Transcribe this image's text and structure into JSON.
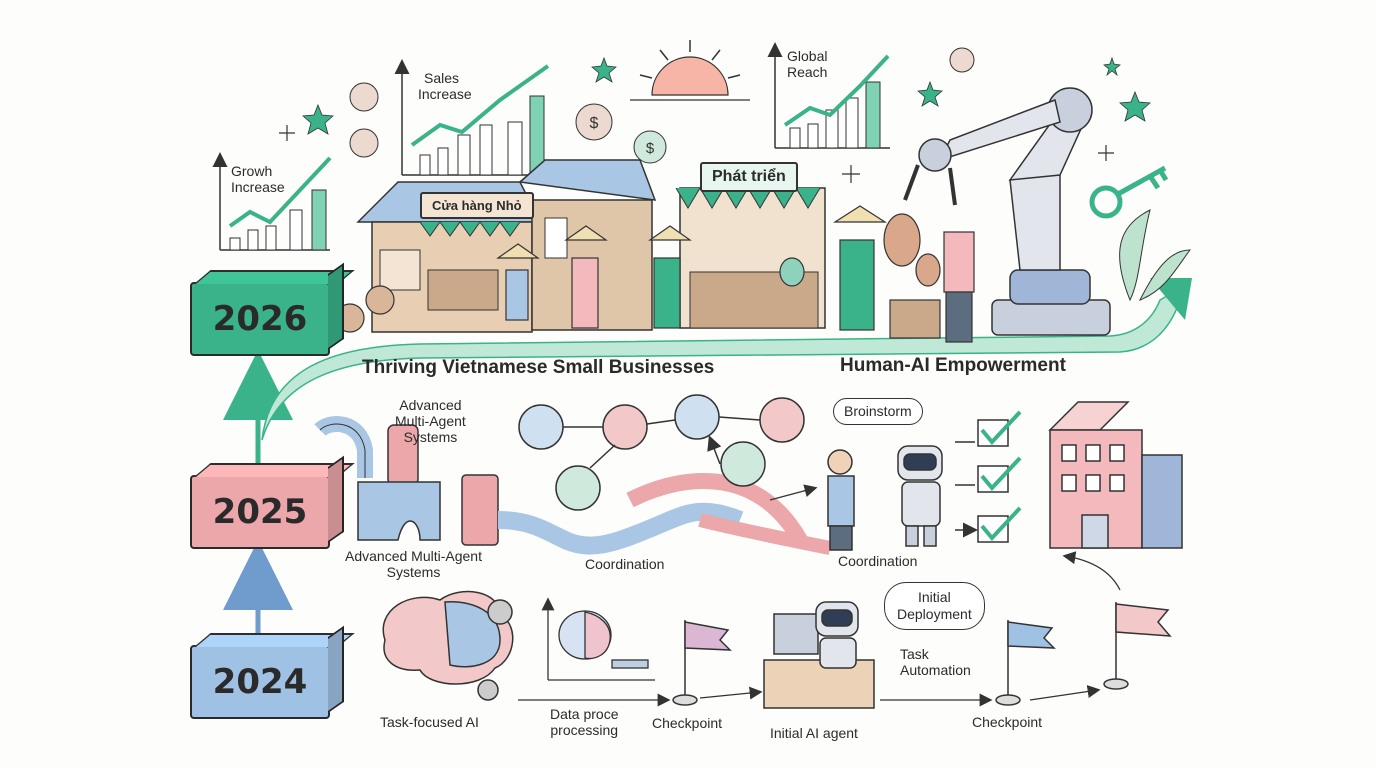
{
  "years": {
    "y2026": "2026",
    "y2025": "2025",
    "y2024": "2024"
  },
  "top": {
    "growth_label_line1": "Growh",
    "growth_label_line2": "Increase",
    "sales_label_line1": "Sales",
    "sales_label_line2": "Increase",
    "global_label_line1": "Global",
    "global_label_line2": "Reach",
    "shop_sign": "Cửa hàng Nhỏ",
    "market_sign": "Phát triển",
    "banner_left": "Thriving Vietnamese Small Businesses",
    "banner_right": "Human-AI Empowerment"
  },
  "middle": {
    "mas_title_line1": "Advanced",
    "mas_title_line2": "Multi-Agent",
    "mas_title_line3": "Systems",
    "mas_caption_line1": "Advanced Multi-Agent",
    "mas_caption_line2": "Systems",
    "coordination_center": "Coordination",
    "brainstorm": "Broinstorm",
    "coordination_right": "Coordination"
  },
  "bottom": {
    "task_ai": "Task-focused AI",
    "data_line1": "Data proce",
    "data_line2": "processing",
    "checkpoint_1": "Checkpoint",
    "initial_deploy_line1": "Initial",
    "initial_deploy_line2": "Deployment",
    "task_auto_line1": "Task",
    "task_auto_line2": "Automation",
    "initial_agent": "Initial AI agent",
    "checkpoint_2": "Checkpoint"
  },
  "colors": {
    "green": "#3ab38a",
    "pink": "#eba7a9",
    "blue": "#9fc1e3",
    "ink": "#2a2a2a"
  }
}
